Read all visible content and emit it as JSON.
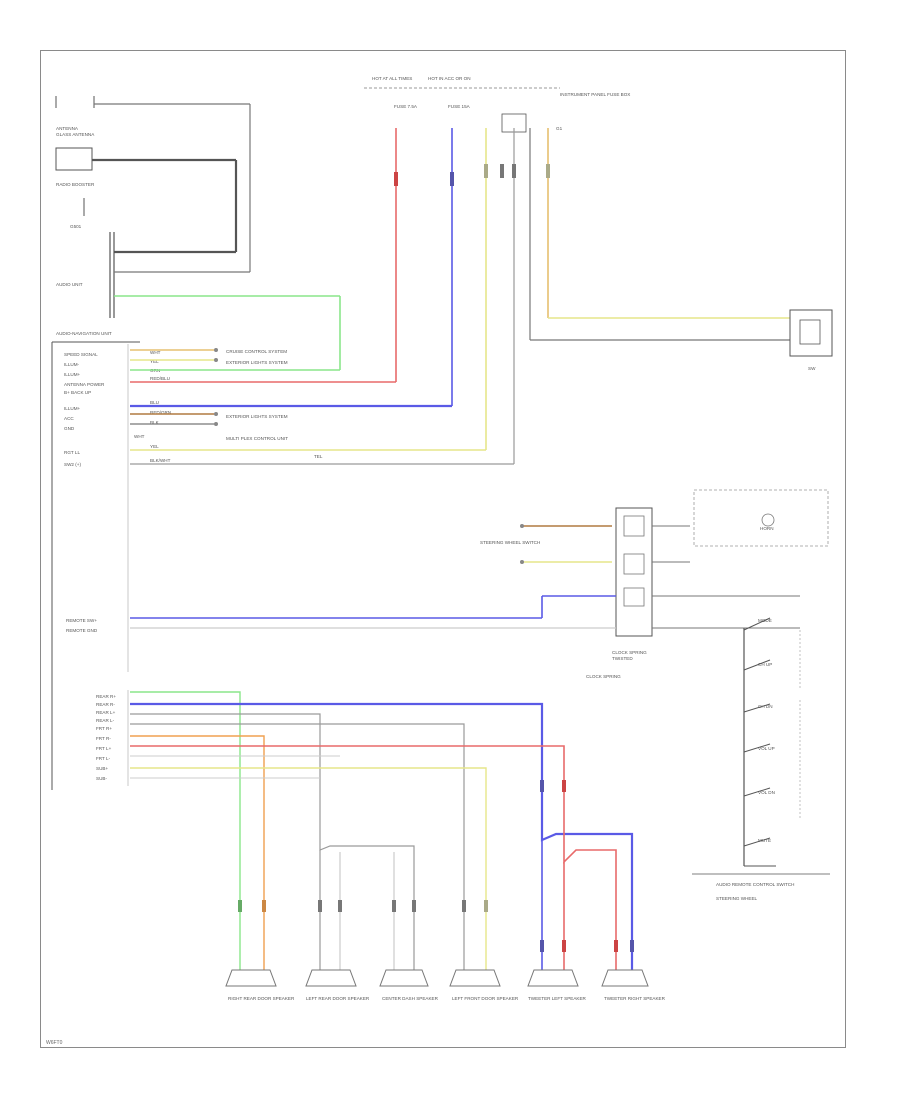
{
  "diagram": {
    "footer_code": "W6FT0",
    "colors": {
      "red": "#e86a6a",
      "blue": "#5a5ae6",
      "yellow": "#e6e68a",
      "green": "#8ae68a",
      "orange": "#f0a050",
      "gray": "#9a9a9a",
      "brown": "#b07a40",
      "dark": "#555555"
    },
    "top_labels": {
      "hot_at_all_times": "HOT AT ALL TIMES",
      "hot_in_acc_or_on": "HOT IN ACC OR ON",
      "fuse_left": "FUSE 7.5A",
      "fuse_right": "FUSE 15A",
      "fuse_box_label": "INSTRUMENT PANEL FUSE BOX",
      "ground_label": "G1"
    },
    "top_left": {
      "antenna_label": "ANTENNA",
      "glass_antenna": "GLASS ANTENNA",
      "amp_label": "RADIO BOOSTER",
      "gnd": "G501",
      "audio_unit": "AUDIO UNIT",
      "navi_label": "AUDIO-NAVIGATION UNIT"
    },
    "left_pins": [
      "SPEED SIGNAL",
      "ILLUM-",
      "ILLUM+",
      "ANTENNA POWER",
      "B+ BACK UP",
      "ILLUM+",
      "ACC",
      "GND",
      "RGT LL",
      "SW2 (+)"
    ],
    "wire_codes": [
      "WHT",
      "YEL",
      "GRN",
      "RED/BLU",
      "BLU",
      "RED/GRN",
      "BLK",
      "WHT",
      "YEL",
      "BLK/WHT"
    ],
    "mid_texts": {
      "cruise": "CRUISE CONTROL SYSTEM",
      "ext_light": "EXTERIOR LIGHTS SYSTEM",
      "ext_light2": "EXTERIOR LIGHTS SYSTEM",
      "multi": "MULTI PLEX CONTROL UNIT",
      "tel": "TEL"
    },
    "right_box": "SW",
    "steering": {
      "title": "STEERING WHEEL",
      "switch_label": "AUDIO REMOTE CONTROL SWITCH",
      "rotary": "CLOCK SPRING",
      "buttons": [
        "MODE",
        "CH UP",
        "CH DN",
        "VOL UP",
        "VOL DN",
        "MUTE"
      ]
    },
    "remote": {
      "pin_a": "REMOTE SW+",
      "pin_b": "REMOTE GND",
      "sw_left": "STEERING WHEEL SWITCH",
      "horn": "HORN",
      "tw1": "CLOCK SPRING",
      "tw2": "TWISTED"
    },
    "speaker_pins": [
      "REAR R+",
      "REAR R-",
      "REAR L+",
      "REAR L-",
      "FRT R+",
      "FRT R-",
      "FRT L+",
      "FRT L-",
      "SUB+",
      "SUB-"
    ],
    "speakers": [
      "RIGHT REAR DOOR SPEAKER",
      "LEFT REAR DOOR SPEAKER",
      "CENTER DASH SPEAKER",
      "LEFT FRONT DOOR SPEAKER",
      "TWEETER LEFT SPEAKER",
      "TWEETER RIGHT SPEAKER"
    ]
  }
}
